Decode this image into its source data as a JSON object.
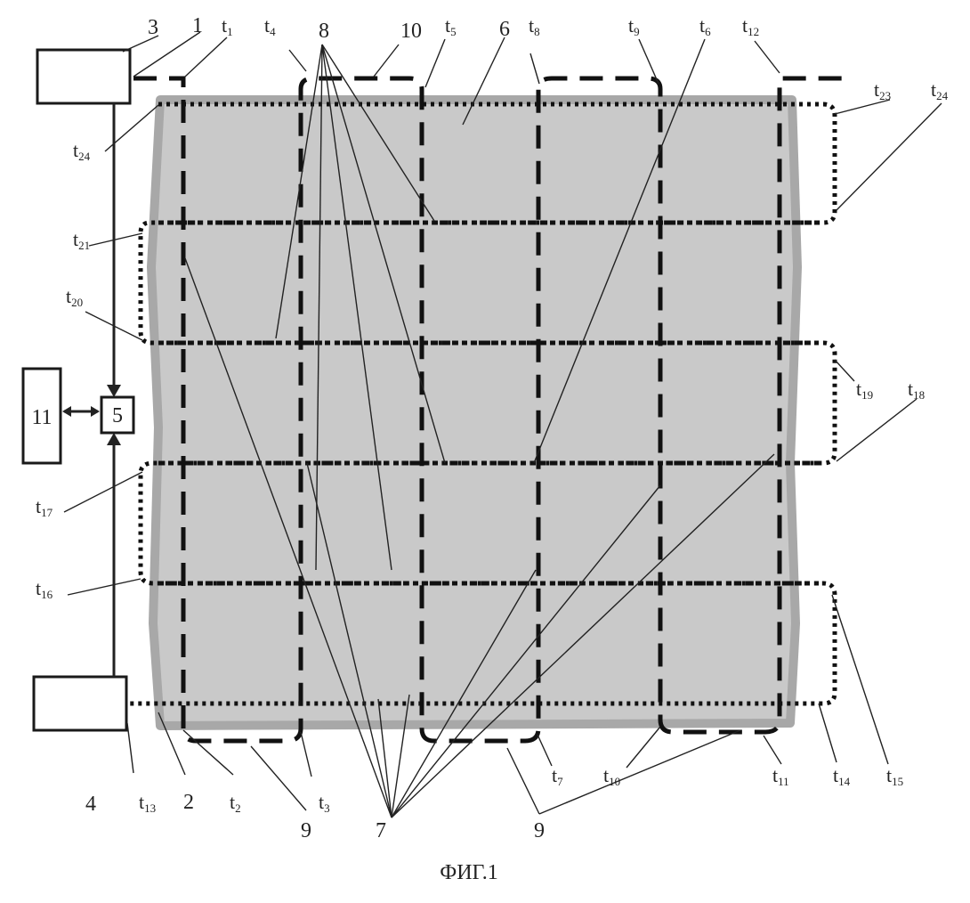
{
  "figure": {
    "caption": "ФИГ.1",
    "blocks": [
      {
        "id": "b3",
        "label": ""
      },
      {
        "id": "b4",
        "label": ""
      },
      {
        "id": "b5",
        "label": "5"
      },
      {
        "id": "b11",
        "label": "11"
      }
    ],
    "number_labels": {
      "n3": "3",
      "n1": "1",
      "n8": "8",
      "n10": "10",
      "n6": "6",
      "n4": "4",
      "n2": "2",
      "n9a": "9",
      "n7": "7",
      "n9b": "9"
    },
    "t_labels": [
      {
        "id": "t1",
        "base": "t",
        "sub": "1"
      },
      {
        "id": "t4",
        "base": "t",
        "sub": "4"
      },
      {
        "id": "t5",
        "base": "t",
        "sub": "5"
      },
      {
        "id": "t8",
        "base": "t",
        "sub": "8"
      },
      {
        "id": "t9",
        "base": "t",
        "sub": "9"
      },
      {
        "id": "t6",
        "base": "t",
        "sub": "6"
      },
      {
        "id": "t12",
        "base": "t",
        "sub": "12"
      },
      {
        "id": "t24a",
        "base": "t",
        "sub": "24"
      },
      {
        "id": "t23",
        "base": "t",
        "sub": "23"
      },
      {
        "id": "t24b",
        "base": "t",
        "sub": "24"
      },
      {
        "id": "t21",
        "base": "t",
        "sub": "21"
      },
      {
        "id": "t20",
        "base": "t",
        "sub": "20"
      },
      {
        "id": "t19",
        "base": "t",
        "sub": "19"
      },
      {
        "id": "t18",
        "base": "t",
        "sub": "18"
      },
      {
        "id": "t17",
        "base": "t",
        "sub": "17"
      },
      {
        "id": "t16",
        "base": "t",
        "sub": "16"
      },
      {
        "id": "t13",
        "base": "t",
        "sub": "13"
      },
      {
        "id": "t2",
        "base": "t",
        "sub": "2"
      },
      {
        "id": "t3",
        "base": "t",
        "sub": "3"
      },
      {
        "id": "t7",
        "base": "t",
        "sub": "7"
      },
      {
        "id": "t10",
        "base": "t",
        "sub": "10"
      },
      {
        "id": "t11",
        "base": "t",
        "sub": "11"
      },
      {
        "id": "t14",
        "base": "t",
        "sub": "14"
      },
      {
        "id": "t15",
        "base": "t",
        "sub": "15"
      }
    ],
    "colors": {
      "panel": "#c9c9c9",
      "panel_edge": "#a8a8a8",
      "ink": "#111111"
    }
  }
}
